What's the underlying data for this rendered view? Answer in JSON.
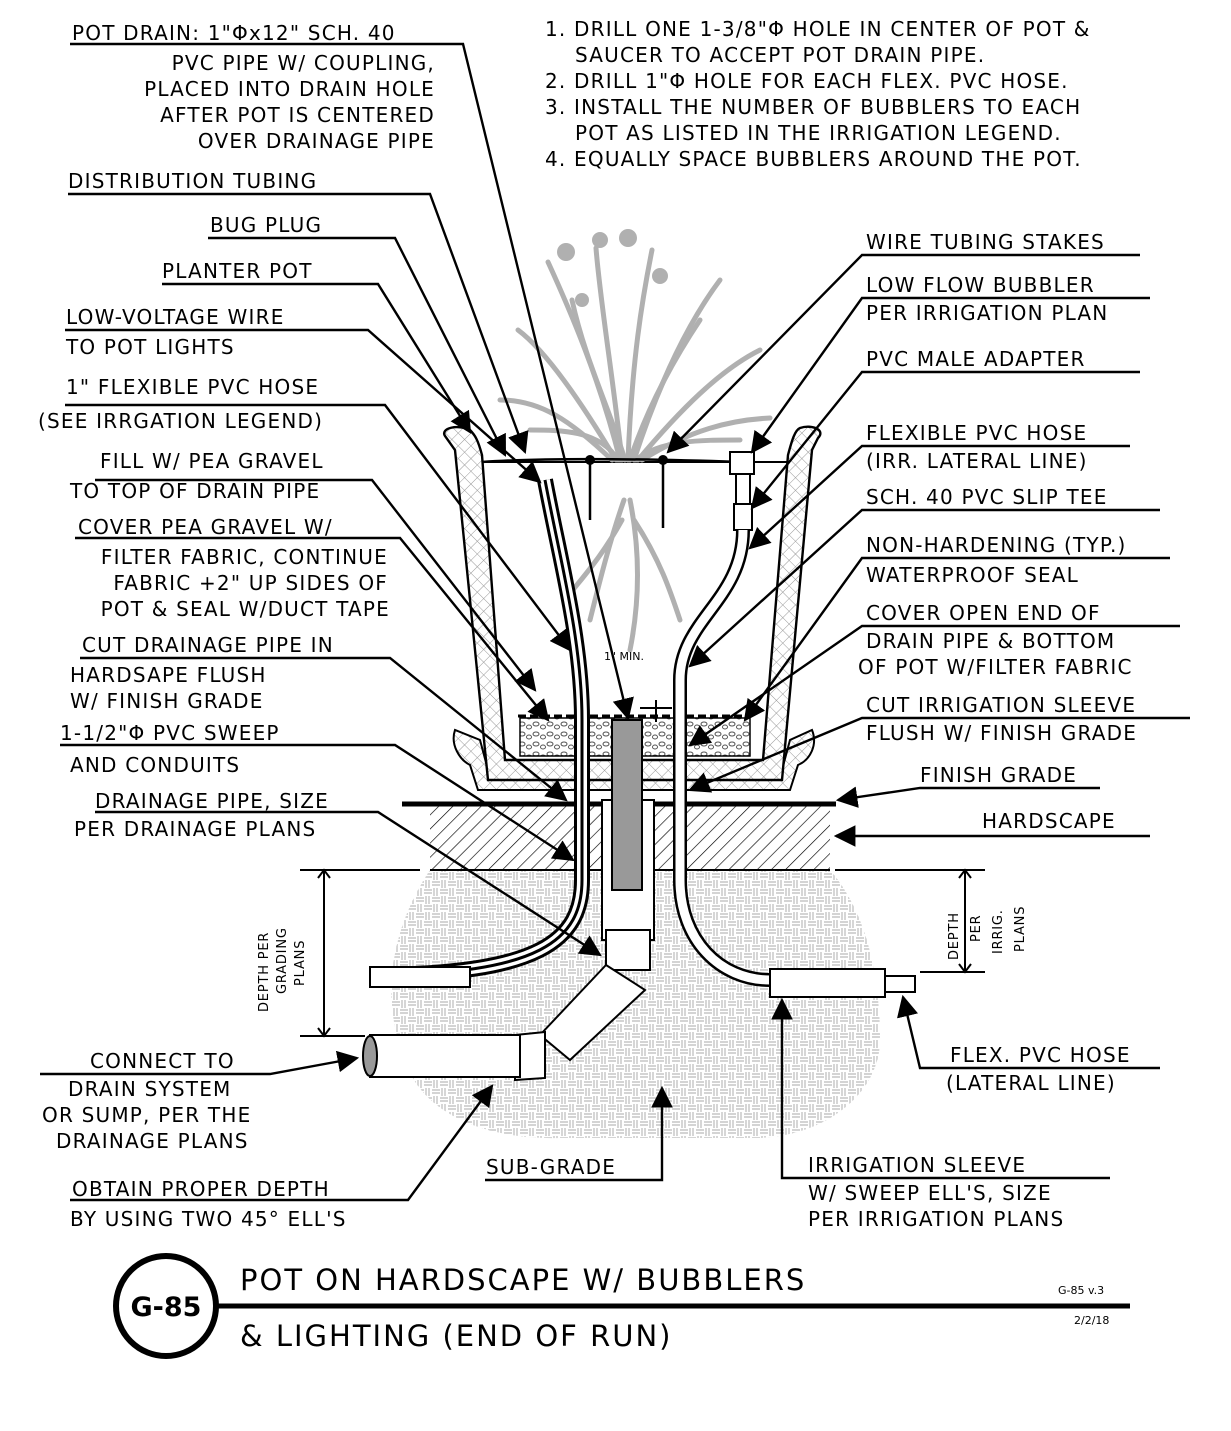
{
  "notes": [
    "1.  DRILL ONE 1-3/8\"Φ HOLE IN CENTER OF POT &",
    "SAUCER TO ACCEPT POT DRAIN PIPE.",
    "2.  DRILL 1\"Φ HOLE FOR EACH FLEX. PVC HOSE.",
    "3.  INSTALL THE NUMBER OF BUBBLERS TO EACH",
    "POT AS LISTED IN THE IRRIGATION LEGEND.",
    "4.  EQUALLY SPACE BUBBLERS AROUND THE POT."
  ],
  "left_callouts": {
    "pot_drain": [
      "POT DRAIN: 1\"Φx12\" SCH. 40",
      "PVC PIPE W/ COUPLING,",
      "PLACED INTO DRAIN HOLE",
      "AFTER POT IS CENTERED",
      "OVER DRAINAGE PIPE"
    ],
    "distribution_tubing": [
      "DISTRIBUTION TUBING"
    ],
    "bug_plug": [
      "BUG PLUG"
    ],
    "planter_pot": [
      "PLANTER POT"
    ],
    "low_voltage_wire": [
      "LOW-VOLTAGE WIRE",
      "TO POT LIGHTS"
    ],
    "flex_pvc_hose": [
      "1\" FLEXIBLE PVC HOSE",
      "(SEE IRRGATION LEGEND)"
    ],
    "fill_pea_gravel": [
      "FILL W/ PEA GRAVEL",
      "TO TOP OF DRAIN PIPE"
    ],
    "cover_pea_gravel": [
      "COVER PEA GRAVEL W/",
      "FILTER FABRIC, CONTINUE",
      "FABRIC +2\" UP SIDES OF",
      "POT & SEAL W/DUCT TAPE"
    ],
    "cut_drainage_pipe": [
      "CUT DRAINAGE PIPE IN",
      "HARDSAPE FLUSH",
      "W/ FINISH GRADE"
    ],
    "pvc_sweep": [
      "1-1/2\"Φ PVC SWEEP",
      "AND CONDUITS"
    ],
    "drainage_pipe": [
      "DRAINAGE PIPE, SIZE",
      "PER DRAINAGE PLANS"
    ],
    "connect_drain": [
      "CONNECT TO",
      "DRAIN SYSTEM",
      "OR SUMP, PER THE",
      "DRAINAGE PLANS"
    ],
    "proper_depth": [
      "OBTAIN PROPER DEPTH",
      "BY USING TWO 45° ELL'S"
    ]
  },
  "right_callouts": {
    "wire_stakes": [
      "WIRE TUBING STAKES"
    ],
    "bubbler": [
      "LOW FLOW BUBBLER",
      "PER IRRIGATION PLAN"
    ],
    "male_adapter": [
      "PVC MALE ADAPTER"
    ],
    "flex_hose_lateral": [
      "FLEXIBLE PVC HOSE",
      "(IRR. LATERAL LINE)"
    ],
    "slip_tee": [
      "SCH. 40 PVC SLIP TEE"
    ],
    "seal": [
      "NON-HARDENING (TYP.)",
      "WATERPROOF SEAL"
    ],
    "cover_open_end": [
      "COVER OPEN END OF",
      "DRAIN PIPE & BOTTOM",
      "OF POT W/FILTER FABRIC"
    ],
    "cut_sleeve": [
      "CUT IRRIGATION SLEEVE",
      "FLUSH W/ FINISH GRADE"
    ],
    "finish_grade": [
      "FINISH GRADE"
    ],
    "hardscape": [
      "HARDSCAPE"
    ],
    "flex_hose_bottom": [
      "FLEX. PVC HOSE",
      "(LATERAL LINE)"
    ]
  },
  "bottom_callouts": {
    "sub_grade": [
      "SUB-GRADE"
    ],
    "irrigation_sleeve": [
      "IRRIGATION SLEEVE",
      "W/ SWEEP ELL'S, SIZE",
      "PER IRRIGATION PLANS"
    ]
  },
  "dimensions": {
    "min_gap": "1\" MIN.",
    "depth_grading": [
      "DEPTH PER",
      "GRADING",
      "PLANS"
    ],
    "depth_irrigation": [
      "DEPTH",
      "PER",
      "IRRIG.",
      "PLANS"
    ]
  },
  "title_block": {
    "badge": "G-85",
    "title_line1": "POT ON HARDSCAPE W/ BUBBLERS",
    "title_line2": "& LIGHTING (END OF RUN)",
    "version": "G-85 v.3",
    "date": "2/2/18"
  },
  "colors": {
    "ink": "#000000",
    "plant_gray": "#b0b0b0",
    "pipe_gray": "#999999"
  }
}
